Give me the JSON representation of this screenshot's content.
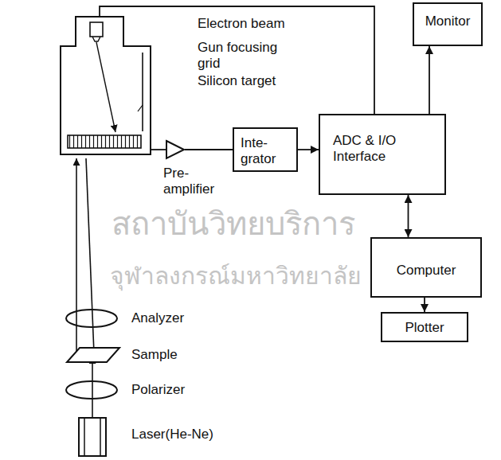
{
  "diagram": {
    "nodes": [
      {
        "text": [
          "Electron beam",
          "Gun focusing grid",
          "Silicon target"
        ]
      },
      {
        "text": [
          "Pre- amplifier"
        ]
      },
      {
        "text": [
          "Inte- grator"
        ]
      },
      {
        "text": [
          "ADC & I/O Interface"
        ]
      },
      {
        "text": [
          "Monitor"
        ]
      },
      {
        "text": [
          "Computer"
        ]
      },
      {
        "text": [
          "Plotter"
        ]
      }
    ],
    "edges": [
      {
        "from": 0,
        "to": 1,
        "arrow": "none"
      },
      {
        "from": 1,
        "to": 2,
        "arrow": "none"
      },
      {
        "from": 2,
        "to": 3,
        "arrow": "to"
      },
      {
        "from": 3,
        "to": 4,
        "arrow": "to"
      },
      {
        "from": 3,
        "to": 5,
        "arrow": "both"
      },
      {
        "from": 5,
        "to": 6,
        "arrow": "to"
      },
      {
        "from": 3,
        "to": 0,
        "arrow": "none"
      }
    ],
    "labels": [
      "Analyzer",
      "Sample",
      "Polarizer",
      "Laser(He-Ne)",
      "สถาบันวิทยบริการ",
      "จุฬาลงกรณ์มหาวิทยาลัย"
    ]
  }
}
